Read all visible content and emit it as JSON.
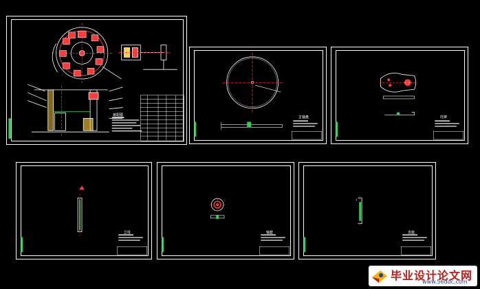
{
  "sheets": [
    {
      "id": "assembly",
      "title": "装配图"
    },
    {
      "id": "sheet-2",
      "title": "主轴盘"
    },
    {
      "id": "sheet-3",
      "title": "托架"
    },
    {
      "id": "sheet-4",
      "title": "立柱"
    },
    {
      "id": "sheet-5",
      "title": "轴套"
    },
    {
      "id": "sheet-6",
      "title": "支座"
    }
  ],
  "watermark": {
    "title": "毕业设计论文网",
    "url": "www.56doc.com"
  },
  "colors": {
    "background": "#000000",
    "lines": "#ffffff",
    "center_line": "#ff2a2a",
    "accent": "#ff3b3b",
    "highlight": "#ffd23a",
    "dim": "#33cc55"
  }
}
